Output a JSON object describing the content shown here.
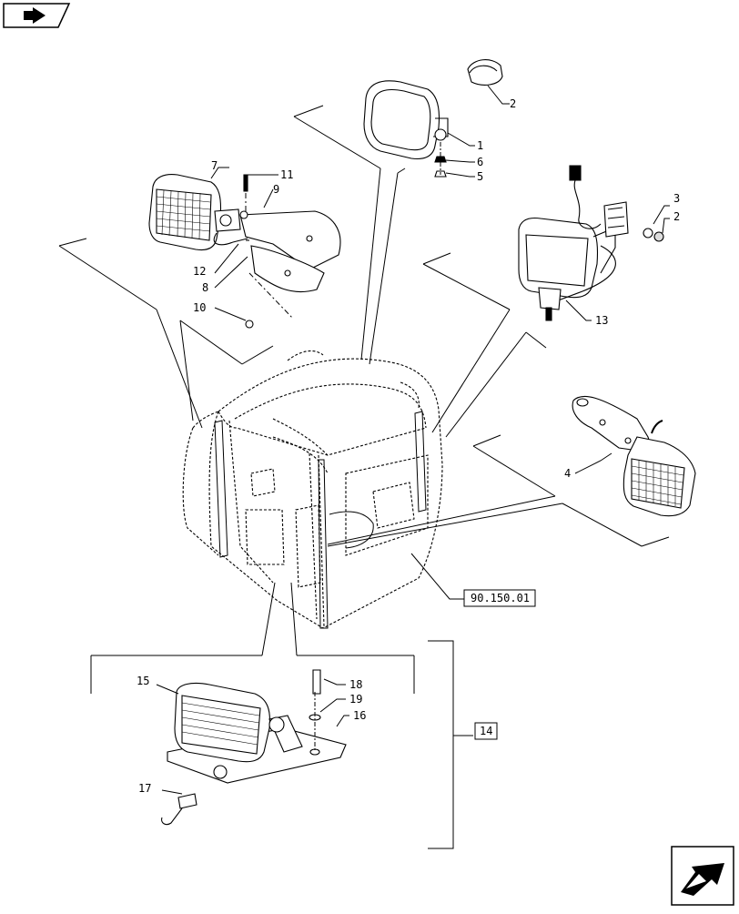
{
  "nav": {
    "back_icon": "arrow-right-icon",
    "forward_icon": "arrow-curved-icon"
  },
  "callouts": {
    "c1": "1",
    "c2a": "2",
    "c2b": "2",
    "c3": "3",
    "c4": "4",
    "c5": "5",
    "c6": "6",
    "c7": "7",
    "c8": "8",
    "c9": "9",
    "c10": "10",
    "c11": "11",
    "c12": "12",
    "c13": "13",
    "c14": "14",
    "c15": "15",
    "c16": "16",
    "c17": "17",
    "c18": "18",
    "c19": "19"
  },
  "reference": {
    "label": "90.150.01"
  }
}
